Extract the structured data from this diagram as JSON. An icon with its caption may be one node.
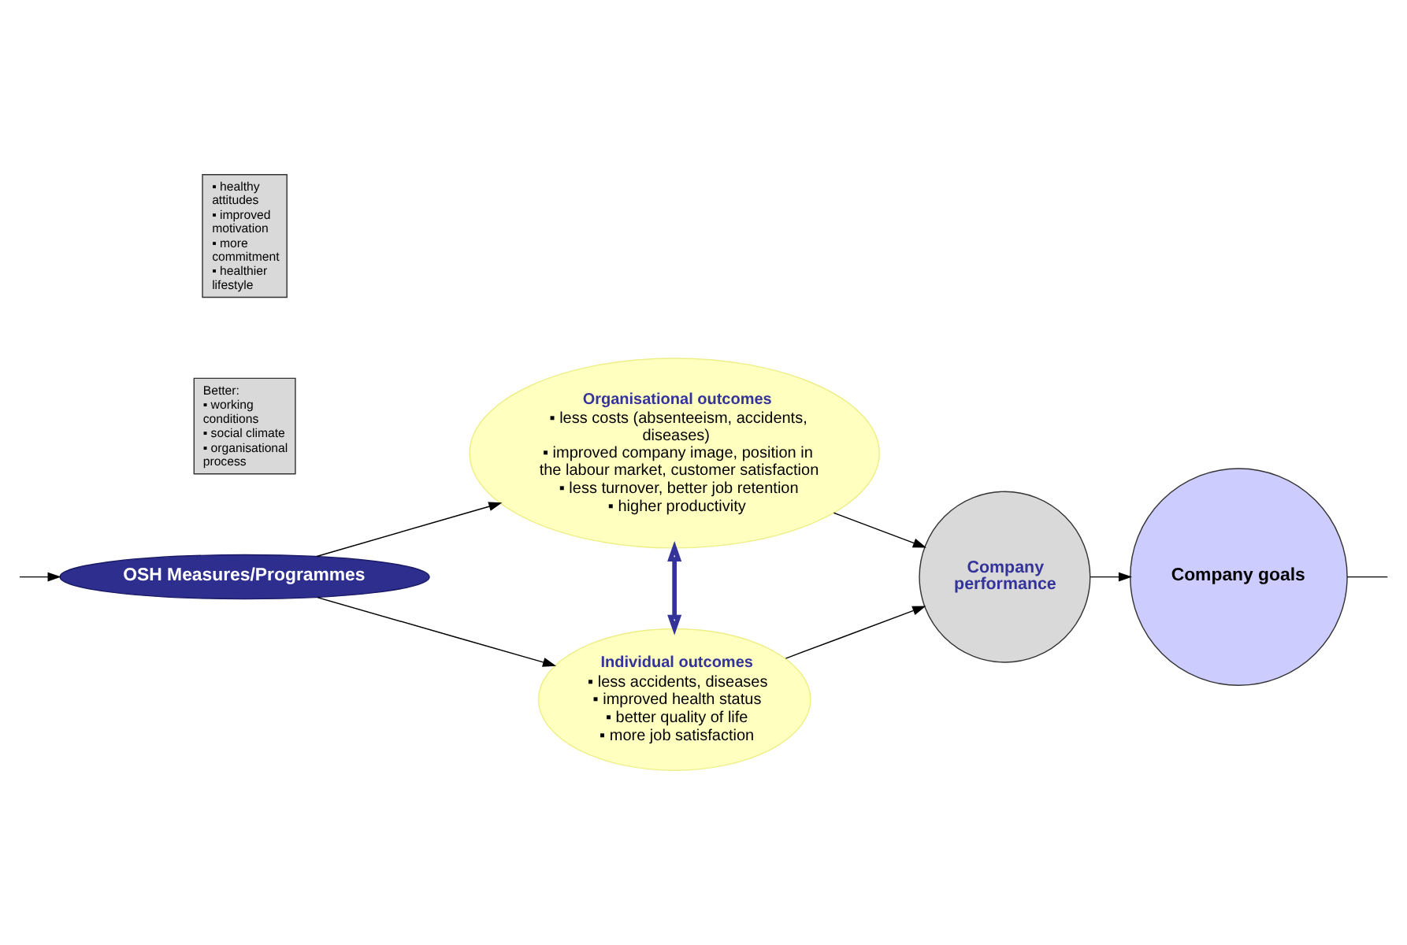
{
  "diagram": {
    "nodes": [
      {
        "text": [
          "OSH Measures/Programmes"
        ]
      },
      {
        "text": [
          "Organisational outcomes",
          "▪ less costs (absenteeism, accidents, diseases)",
          "▪ improved company image, position in the labour market, customer satisfaction",
          "▪ less turnover, better job retention",
          "▪ higher productivity"
        ]
      },
      {
        "text": [
          "Individual outcomes",
          "▪ less accidents, diseases",
          "▪ improved health status",
          "▪ better quality of life",
          "▪ more job satisfaction"
        ]
      },
      {
        "text": [
          "Company performance"
        ]
      },
      {
        "text": [
          "Company goals"
        ]
      },
      {
        "text": [
          "Better:",
          "▪ working conditions",
          "▪ social climate",
          "▪ organisational process"
        ]
      },
      {
        "text": [
          "▪ healthy attitudes",
          "▪ improved motivation",
          "▪ more commitment",
          "▪ healthier lifestyle"
        ]
      }
    ],
    "edges": [
      {
        "from": null,
        "to": 0,
        "arrow": "to"
      },
      {
        "from": 0,
        "to": 1,
        "arrow": "to"
      },
      {
        "from": 0,
        "to": 2,
        "arrow": "to"
      },
      {
        "from": 1,
        "to": 2,
        "arrow": "both",
        "style": "thick",
        "color": "#333399"
      },
      {
        "from": 1,
        "to": 3,
        "arrow": "to"
      },
      {
        "from": 2,
        "to": 3,
        "arrow": "to"
      },
      {
        "from": 3,
        "to": 4,
        "arrow": "to"
      },
      {
        "from": 4,
        "to": null,
        "arrow": "none"
      }
    ]
  }
}
